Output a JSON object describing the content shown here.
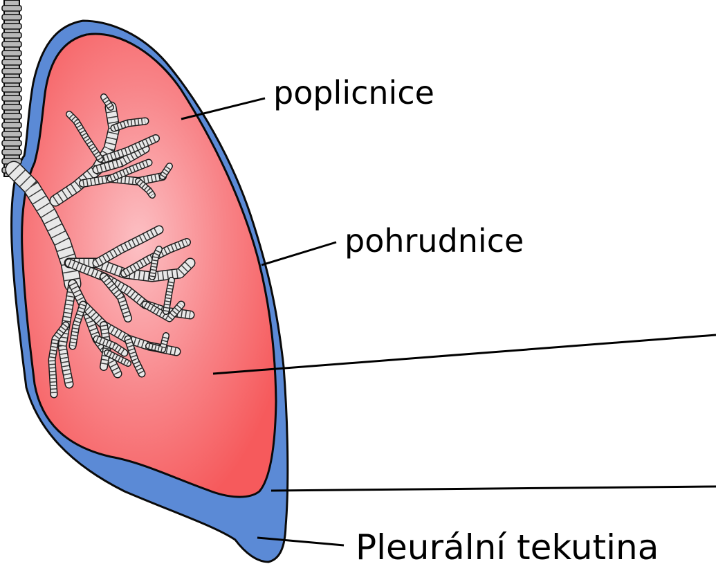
{
  "labels": {
    "lung": "poplicnice",
    "pleura": "pohrudnice",
    "fluid": "Pleurální tekutina"
  },
  "colors": {
    "lung_center": "#fcc0c4",
    "lung_edge": "#f65a5c",
    "pleura": "#5b8ad6",
    "outline": "#0a0a0a",
    "trachea": "#b8b8b8",
    "bronchus_ring": "#e8e8e8"
  }
}
